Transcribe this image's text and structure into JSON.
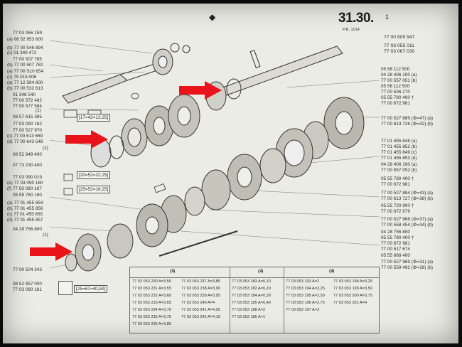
{
  "header": {
    "page_number": "31.30.",
    "page_index": "1",
    "sub_reference": "P.R. 1014",
    "logo_glyph": "◆"
  },
  "left_labels": [
    "77 03 066 159",
    "(a) 08 52 953 600",
    "(b) 77 00 546 894",
    "(c) 01 349 472",
    "77 00 507 785",
    "(b) 77 00 507 782",
    "(a) 77 00 S10 654",
    "(c) 75 015 006",
    "(a) 77 12 594 800",
    "(b) 77 00 532 613",
    "01 348 540",
    "77 00 572 482",
    "77 00 577 584",
    "(1)",
    "08 57 615 385",
    "77 03 090 182",
    "77 00 527 970",
    "(c) 77 00 613 669",
    "(d) 77 00 643 548",
    "(2)",
    "08 52 949 400",
    "07 73 230 400",
    "77 03 090 019",
    "(e) 77 03 090 180",
    "(f) 77 03 090 167",
    "05 55 780 180",
    "(a) 77 01 455 854",
    "(b) 77 01 455 856",
    "(c) 77 01 455 855",
    "(d) 77 01 455 857",
    "04 28 756 800",
    "(1)",
    "77 00 504 343",
    "08 52 957 000",
    "77 03 090 181"
  ],
  "left_boxes": [
    "[17=42=13,25]",
    "[20=52=22,25]",
    "[25=52=16,25]",
    "[25=67=40,50]"
  ],
  "center_labels": [
    "77 00 505 947",
    "77 03 055 011",
    "77 03 067 030"
  ],
  "right_labels": [
    "05 56 112 500",
    "04 28 406 100 (a)",
    "77 00 557 051 (b)",
    "05 56 112 500",
    "77 00 506 270",
    "05 55 780 400 †",
    "77 00 672 981",
    "77 00 527 885 (⚙=47) (a)",
    "77 00 613 726 (⚙=42) (b)",
    "77 01 455 848 (a)",
    "77 01 455 852 (b)",
    "77 01 455 849 (c)",
    "77 01 455 853 (d)",
    "04 28 406 100 (a)",
    "77 00 557 052 (b)",
    "05 55 780 400 †",
    "77 00 672 981",
    "77 00 527 884 (⚙=43) (a)",
    "77 00 613 727 (⚙=38) (b)",
    "05 55 720 900 †",
    "77 00 672 979",
    "77 00 527 968 (⚙=37) (a)",
    "77 00 558 454 (⚙=34) (b)",
    "04 28 756 800",
    "05 55 780 400 †",
    "77 00 672 981",
    "77 00 517 674",
    "05 55 868 400",
    "77 00 527 969 (⚙=31) (a)",
    "77 00 559 492 (⚙=28) (b)"
  ],
  "table": {
    "headers": [
      "(1)",
      "(2)",
      "(3)"
    ],
    "header_suffix": "↕A",
    "col1": [
      "77 03 053 230  A=3,50",
      "77 03 053 231  A=3,55",
      "77 03 053 232  A=3,60",
      "77 03 053 233  A=3,65",
      "77 03 053 234  A=3,70",
      "77 03 053 235  A=3,75",
      "77 03 053 236  A=3,80"
    ],
    "col2": [
      "77 03 053 237  A=3,85",
      "77 03 053 238  A=3,90",
      "77 03 053 239  A=3,95",
      "77 03 053 240  A=4",
      "77 03 053 241  A=4,05",
      "77 03 053 242  A=4,10"
    ],
    "col3": [
      "77 03 053 183  A=0,10",
      "77 03 053 182  A=0,20",
      "77 03 053 184  A=0,30",
      "77 03 053 185  A=0,40",
      "77 03 053 188  A=2",
      "77 03 053 186  A=1"
    ],
    "col4": [
      "77 03 053 193  A=2",
      "77 03 053 194  A=2,25",
      "77 03 053 195  A=2,50",
      "77 03 053 196  A=2,75",
      "77 03 053 197  A=3"
    ],
    "col5": [
      "77 03 053 198  A=3,25",
      "77 03 053 199  A=3,50",
      "77 03 053 200  A=3,75",
      "77 03 053 201  A=4"
    ]
  },
  "colors": {
    "arrow": "#e8141a",
    "paper": "#ecece6",
    "ink": "#2a2a2a"
  }
}
